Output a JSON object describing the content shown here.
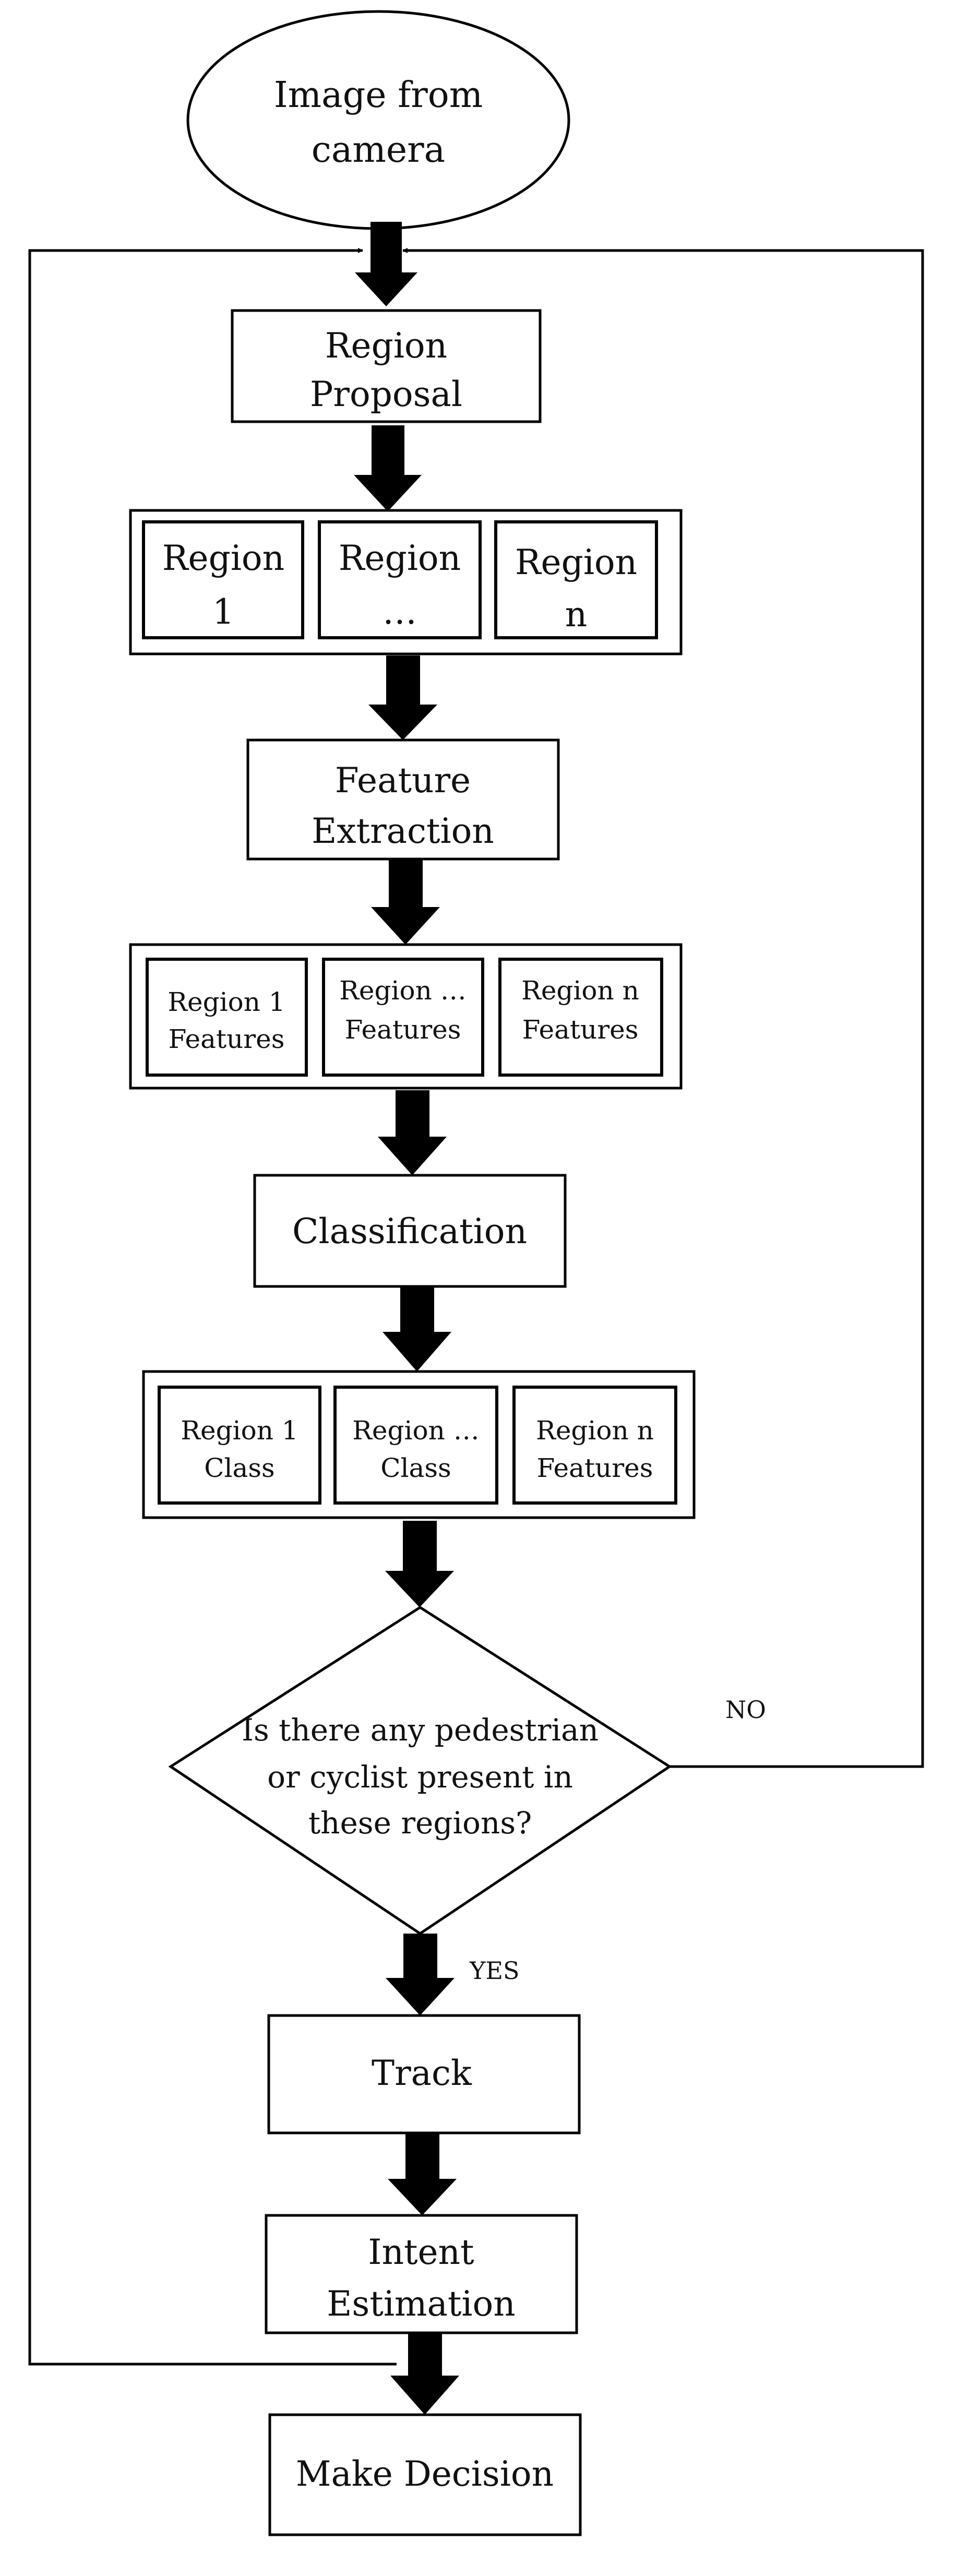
{
  "nodes": {
    "start": [
      "Image from",
      "camera"
    ],
    "region_proposal": [
      "Region",
      "Proposal"
    ],
    "regions": [
      [
        "Region",
        "1"
      ],
      [
        "Region",
        "…"
      ],
      [
        "Region",
        "n"
      ]
    ],
    "feature_extraction": [
      "Feature",
      "Extraction"
    ],
    "region_features": [
      [
        "Region 1",
        "Features"
      ],
      [
        "Region …",
        "Features"
      ],
      [
        "Region n",
        "Features"
      ]
    ],
    "classification": [
      "Classification"
    ],
    "region_classes": [
      [
        "Region 1",
        "Class"
      ],
      [
        "Region …",
        "Class"
      ],
      [
        "Region n",
        "Features"
      ]
    ],
    "decision": [
      "Is there any pedestrian",
      "or cyclist present in",
      "these regions?"
    ],
    "track": [
      "Track"
    ],
    "intent_estimation": [
      "Intent",
      "Estimation"
    ],
    "make_decision": [
      "Make Decision"
    ]
  },
  "edge_labels": {
    "no": "NO",
    "yes": "YES"
  }
}
